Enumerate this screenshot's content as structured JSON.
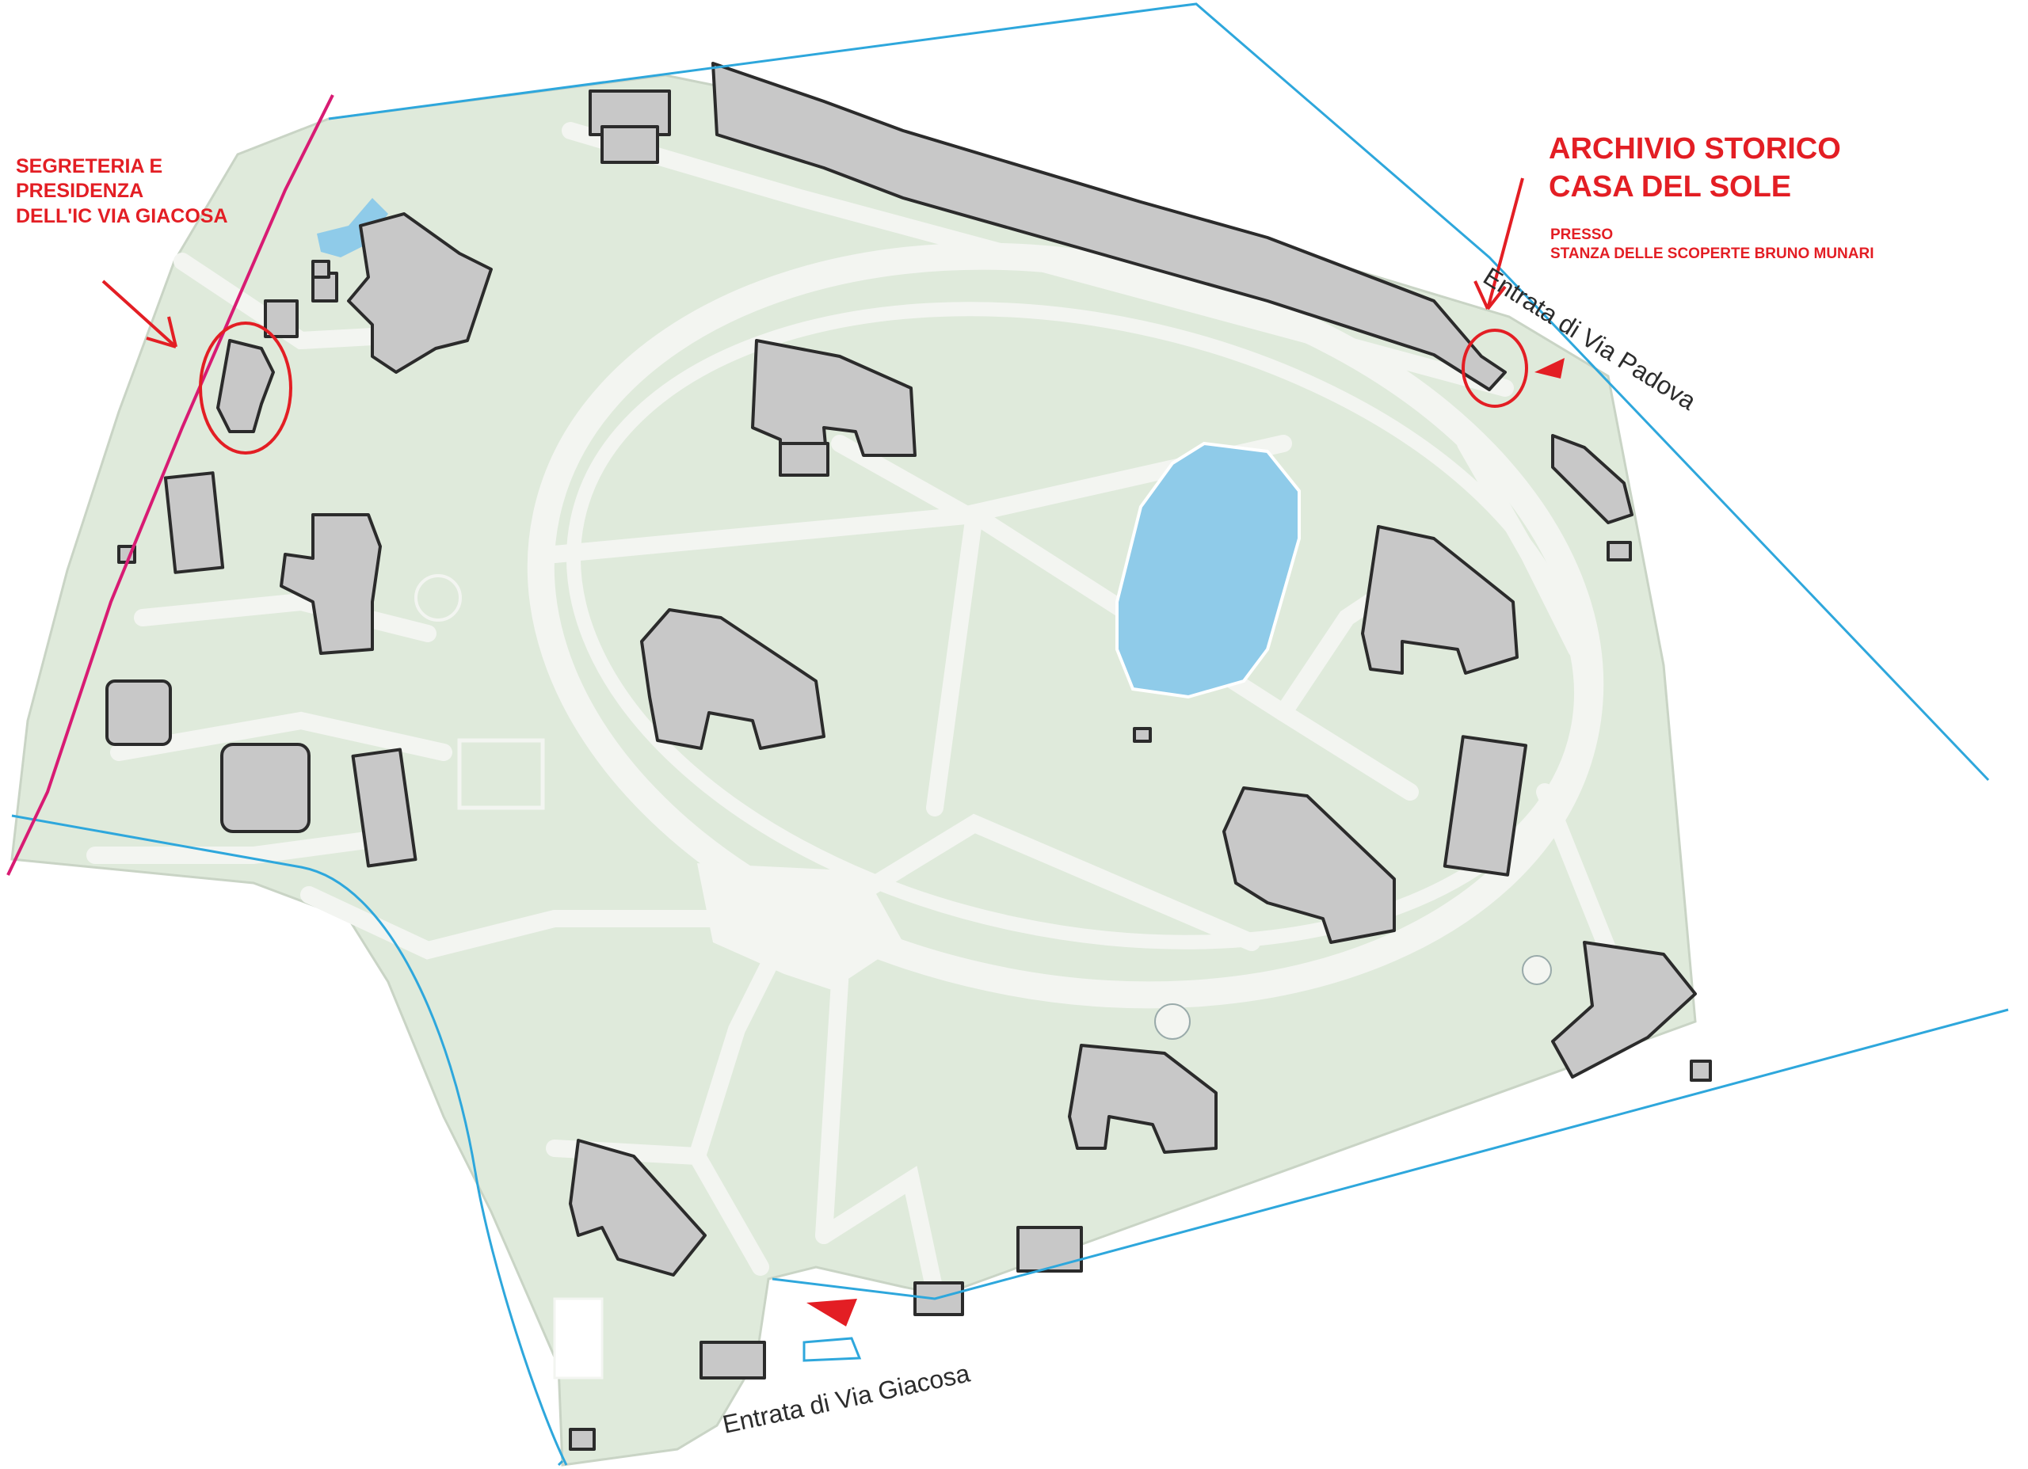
{
  "annotations": {
    "segreteria": [
      "SEGRETERIA E",
      "PRESIDENZA",
      "DELL'IC VIA GIACOSA"
    ],
    "archivio_title": [
      "ARCHIVIO STORICO",
      "CASA DEL SOLE"
    ],
    "archivio_sub": [
      "PRESSO",
      "STANZA DELLE SCOPERTE BRUNO  MUNARI"
    ]
  },
  "entrances": {
    "padova": "Entrata di Via Padova",
    "giacosa": "Entrata di Via Giacosa"
  },
  "colors": {
    "park": "#dfeadb",
    "path": "#f3f5f1",
    "building": "#c8c8c8",
    "building_edge": "#2b2b2b",
    "water": "#8fcbe9",
    "boundary": "#2ea7dc",
    "annotation": "#e31e24",
    "magenta_boundary": "#d81b73"
  },
  "icons": {
    "entrance_marker": "red-triangle-icon",
    "highlight": "red-circle-icon",
    "pointer": "red-arrow-icon"
  }
}
